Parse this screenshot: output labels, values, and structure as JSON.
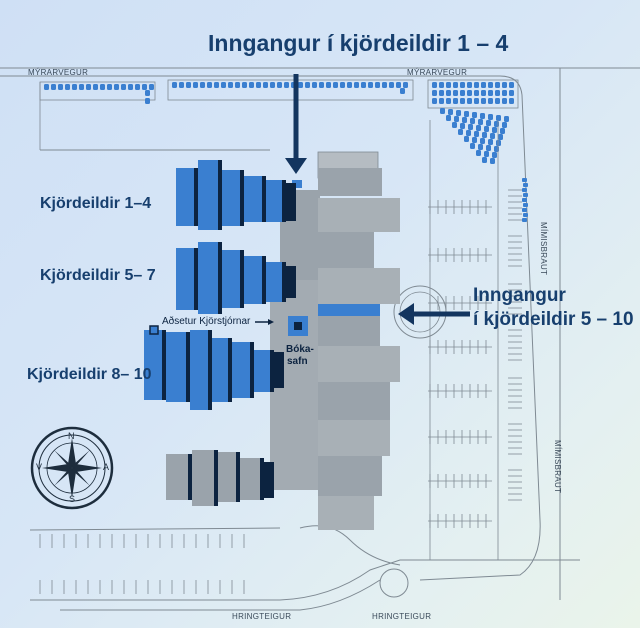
{
  "title": "Inngangur í  kjördeildir 1 – 4",
  "entrance_right_line1": "Inngangur",
  "entrance_right_line2": "í kjördeildir 5 – 10",
  "groups": {
    "g1": "Kjördeildir 1–4",
    "g2": "Kjördeildir 5– 7",
    "g3": "Kjördeildir 8– 10"
  },
  "adsetur": "Aðsetur Kjörstjórnar",
  "library_line1": "Bóka-",
  "library_line2": "safn",
  "streets": {
    "myrarvegur_left": "MÝRARVEGUR",
    "myrarvegur_right": "MÝRARVEGUR",
    "mimisbraut_top": "MÍMISBRAUT",
    "mimisbraut_bottom": "MÍMISBRAUT",
    "hringteigur_left": "HRINGTEIGUR",
    "hringteigur_right": "HRINGTEIGUR"
  },
  "compass_letters": [
    "N",
    "A",
    "S",
    "V"
  ],
  "colors": {
    "accent_blue": "#3a7fd0",
    "dark_navy": "#0c2340",
    "building_gray": "#9aa3ab",
    "label_navy": "#173f6e",
    "arrow_navy": "#13355f"
  }
}
